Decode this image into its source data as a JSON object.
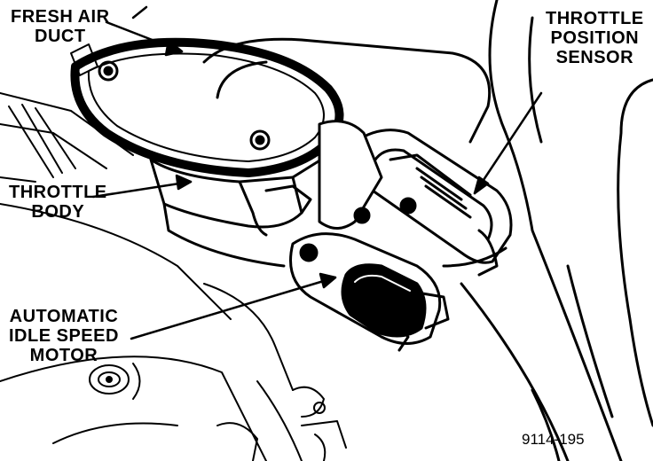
{
  "labels": {
    "fresh_air_duct": [
      "FRESH AIR",
      "DUCT"
    ],
    "throttle_position_sensor": [
      "THROTTLE",
      "POSITION",
      "SENSOR"
    ],
    "throttle_body": [
      "THROTTLE",
      "BODY"
    ],
    "automatic_idle_speed_motor": [
      "AUTOMATIC",
      "IDLE SPEED",
      "MOTOR"
    ]
  },
  "figure_number": "9114-195",
  "colors": {
    "ink": "#000000",
    "paper": "#ffffff"
  }
}
